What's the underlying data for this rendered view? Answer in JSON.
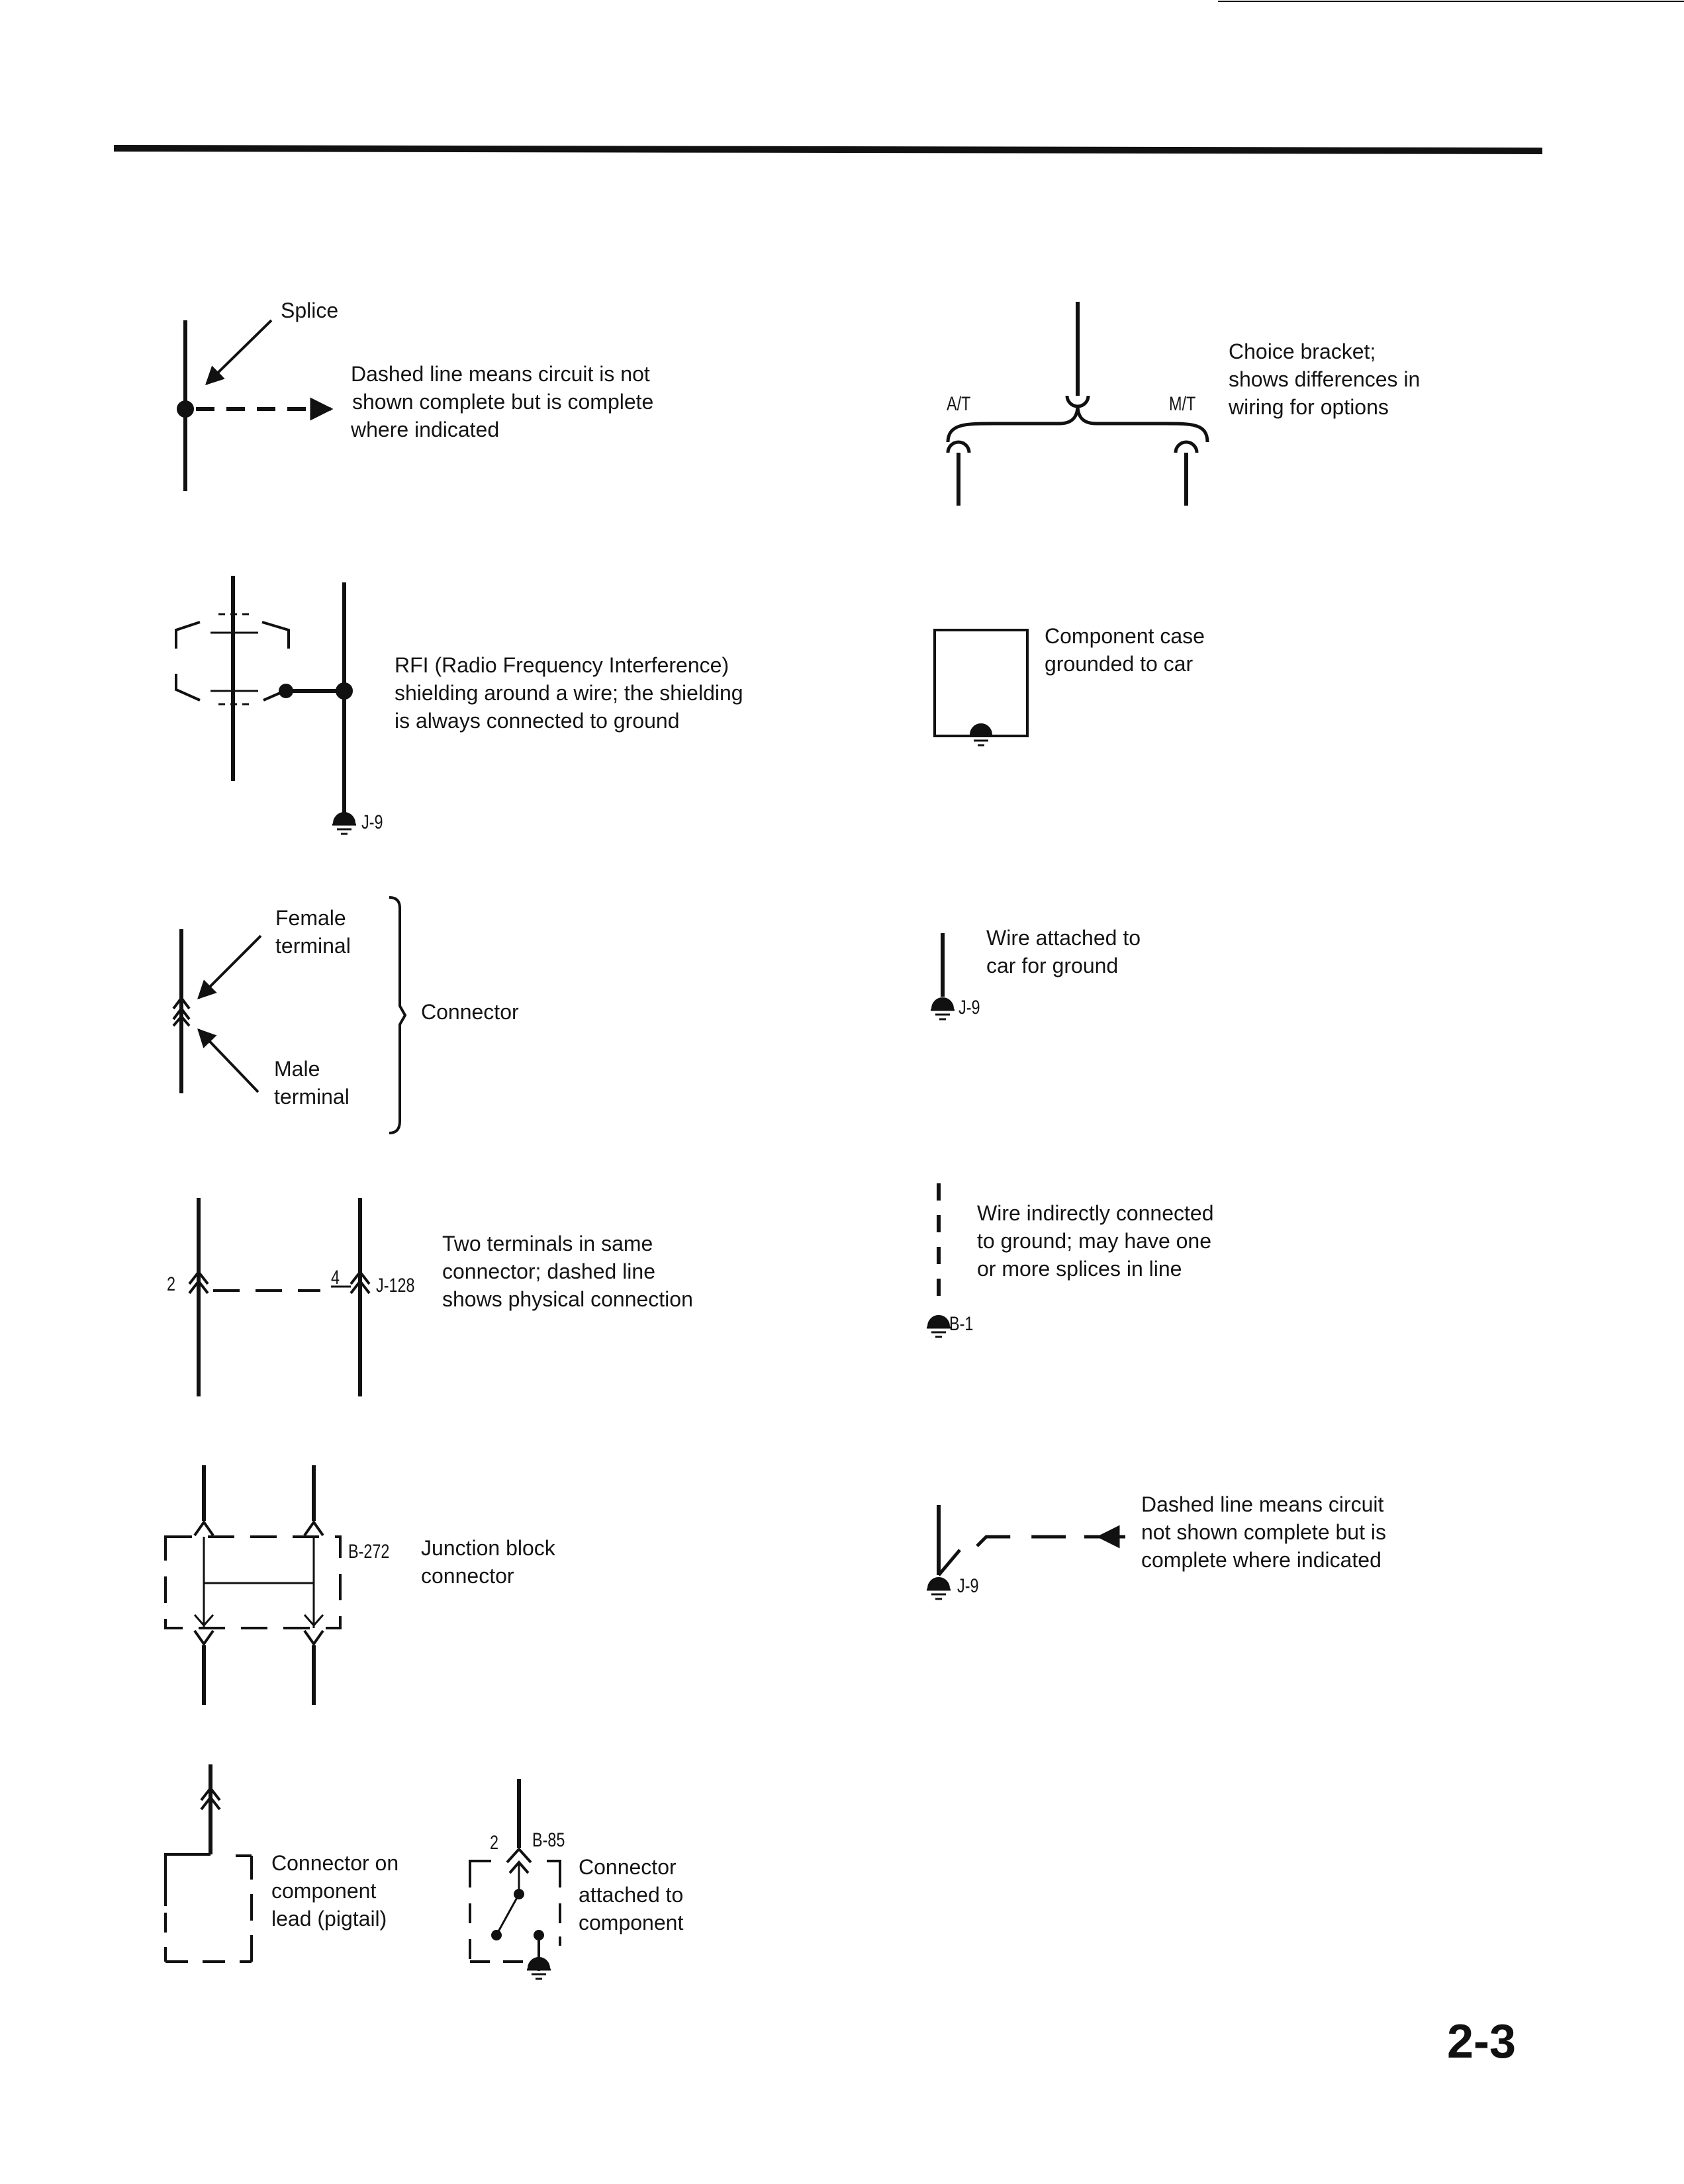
{
  "page_number": "2-3",
  "symbols": {
    "splice": {
      "label": "Splice",
      "description": [
        "Dashed line means circuit is not",
        "shown complete but is complete",
        "where indicated"
      ]
    },
    "choice_bracket": {
      "left_option": "A/T",
      "right_option": "M/T",
      "description": [
        "Choice bracket;",
        "shows differences in",
        "wiring for options"
      ]
    },
    "rfi_shielding": {
      "description": [
        "RFI (Radio Frequency Interference)",
        "shielding around a wire; the shielding",
        "is always connected to ground"
      ],
      "ground_id": "J-9"
    },
    "component_case_ground": {
      "description": [
        "Component case",
        "grounded to car"
      ]
    },
    "connector": {
      "female_label": [
        "Female",
        "terminal"
      ],
      "male_label": [
        "Male",
        "terminal"
      ],
      "bracket_label": "Connector"
    },
    "wire_ground": {
      "description": [
        "Wire attached to",
        "car for ground"
      ],
      "ground_id": "J-9"
    },
    "two_terminals": {
      "left_pin": "2",
      "right_pin": "4",
      "connector_id": "J-128",
      "description": [
        "Two terminals in same",
        "connector; dashed line",
        "shows physical connection"
      ]
    },
    "indirect_ground": {
      "description": [
        "Wire indirectly connected",
        "to ground; may have one",
        "or more splices in line"
      ],
      "ground_id": "B-1"
    },
    "junction_block": {
      "connector_id": "B-272",
      "description": [
        "Junction block",
        "connector"
      ]
    },
    "dashed_ground": {
      "description": [
        "Dashed line means circuit",
        "not shown complete but is",
        "complete where indicated"
      ],
      "ground_id": "J-9"
    },
    "pigtail": {
      "description": [
        "Connector on",
        "component",
        "lead (pigtail)"
      ]
    },
    "attached_connector": {
      "pin": "2",
      "connector_id": "B-85",
      "description": [
        "Connector",
        "attached to",
        "component"
      ]
    }
  }
}
